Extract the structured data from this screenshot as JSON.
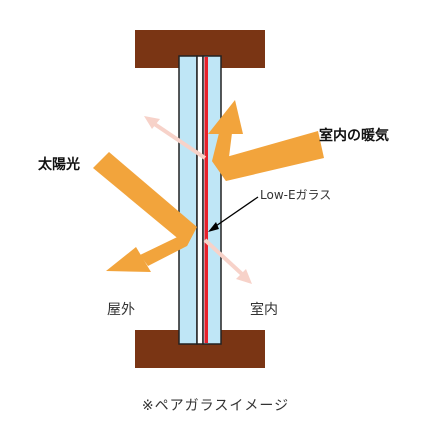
{
  "labels": {
    "sunlight": "太陽光",
    "indoor_heat": "室内の暖気",
    "low_e_glass": "Low-Eガラス",
    "outdoor": "屋外",
    "indoor": "室内",
    "caption": "※ペアガラスイメージ"
  },
  "colors": {
    "frame": "#7a3514",
    "glass": "#bfe6f6",
    "glass_edge": "#222222",
    "low_e_coating": "#e8202a",
    "arrow": "#f2a43c",
    "transmitted_ray": "#f7d2c9"
  }
}
